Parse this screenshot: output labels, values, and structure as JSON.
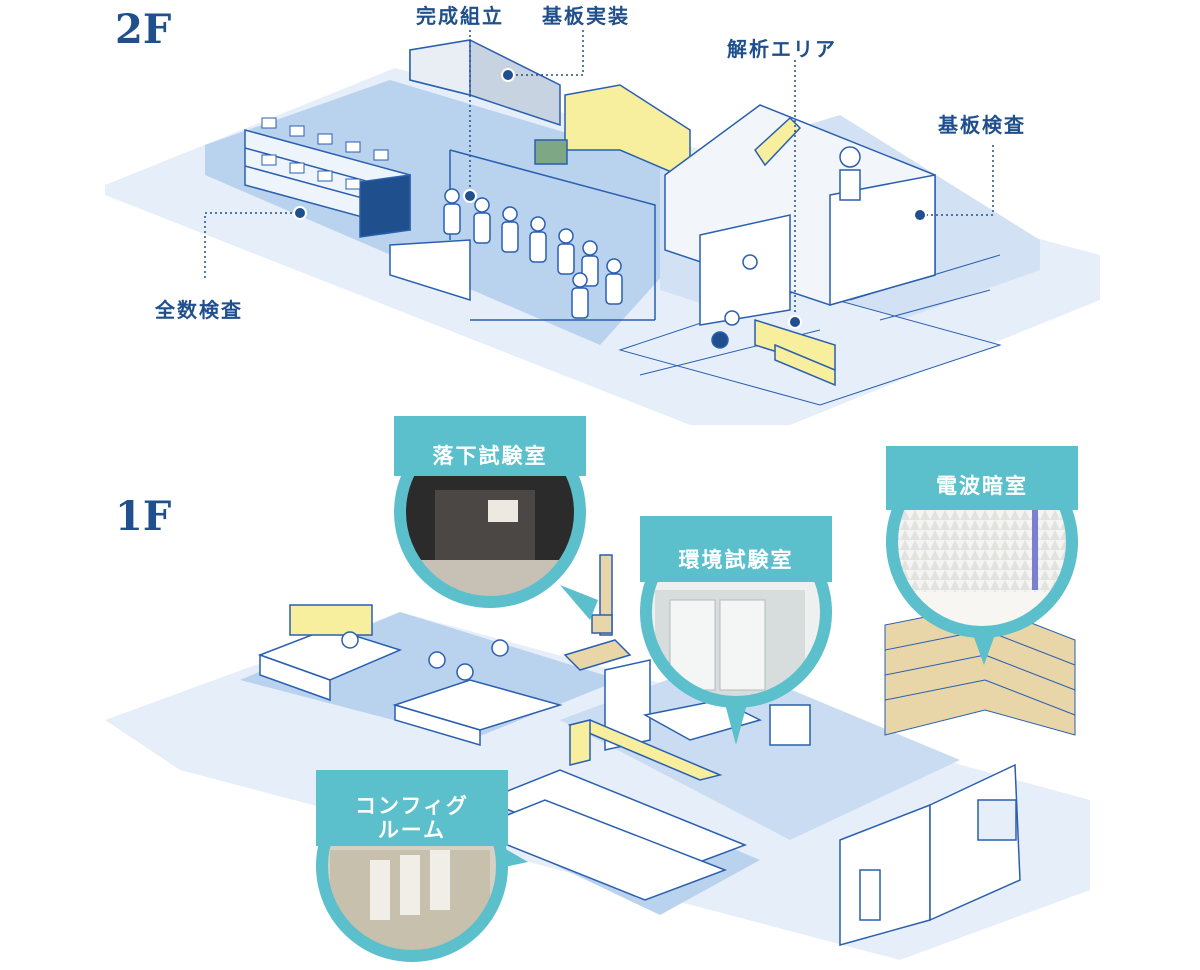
{
  "floors": {
    "upper": {
      "label": "2F"
    },
    "lower": {
      "label": "1F"
    }
  },
  "areas_2f": {
    "final_assembly": "完成組立",
    "pcb_mounting": "基板実装",
    "analysis_area": "解析エリア",
    "pcb_inspection": "基板検査",
    "full_inspection": "全数検査"
  },
  "rooms_1f": {
    "drop_test": "落下試験室",
    "environment_test": "環境試験室",
    "anechoic": "電波暗室",
    "config_room_line1": "コンフィグ",
    "config_room_line2": "ルーム"
  },
  "colors": {
    "navy": "#1f4f8c",
    "floor_light": "#dde9f7",
    "floor_mid": "#a9c6ea",
    "line": "#2a5fb0",
    "accent_yellow": "#f7ef9e",
    "bubble_teal": "#5bbfcc",
    "box_tan": "#e8d6a8"
  }
}
